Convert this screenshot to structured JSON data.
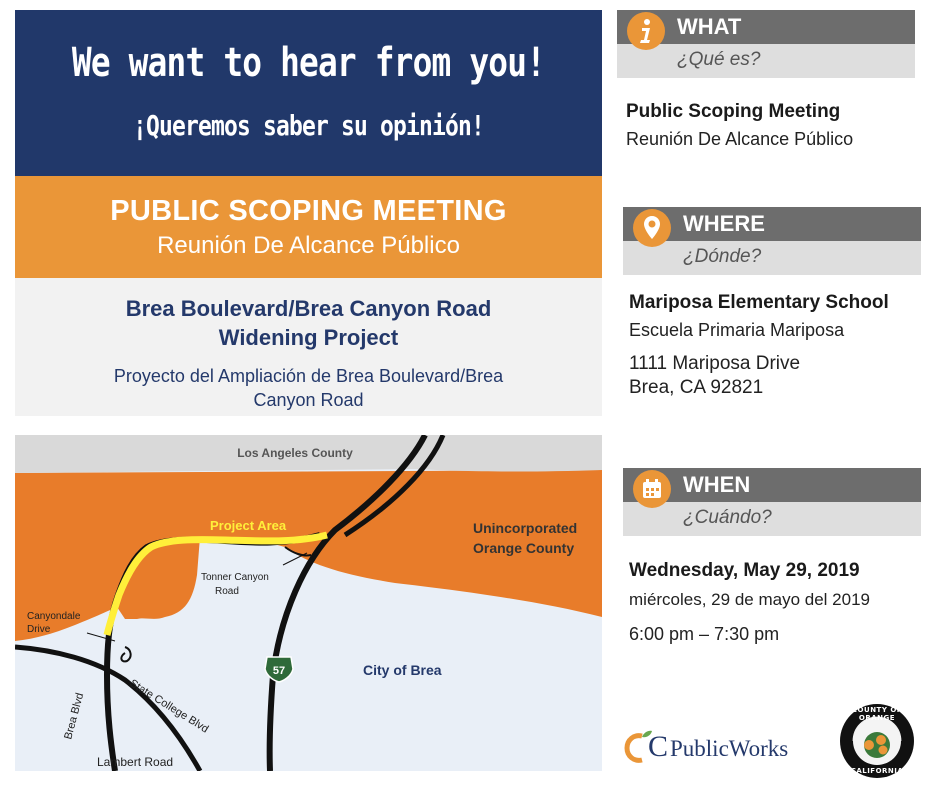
{
  "hero": {
    "title": "We want to hear from you!",
    "subtitle": "¡Queremos saber su opinión!"
  },
  "meeting_banner": {
    "title": "PUBLIC SCOPING MEETING",
    "subtitle": "Reunión De Alcance Público"
  },
  "project": {
    "name_line1": "Brea Boulevard/Brea Canyon Road",
    "name_line2": "Widening Project",
    "spanish_line1": "Proyecto del Ampliación de Brea Boulevard/Brea",
    "spanish_line2": "Canyon Road"
  },
  "map": {
    "labels": {
      "la_county": "Los Angeles County",
      "project_area": "Project Area",
      "unincorporated_1": "Unincorporated",
      "unincorporated_2": "Orange County",
      "tonner_1": "Tonner Canyon",
      "tonner_2": "Road",
      "canyondale_1": "Canyondale",
      "canyondale_2": "Drive",
      "city_of_brea": "City of Brea",
      "brea_blvd": "Brea Blvd",
      "state_college": "State College Blvd",
      "lambert": "Lambert Road",
      "route": "57"
    },
    "colors": {
      "la_county": "#d9d9d9",
      "unincorporated": "#e87c2a",
      "city": "#e9eff7",
      "project": "#ffef3a",
      "road": "#111111"
    }
  },
  "what": {
    "label": "WHAT",
    "sub": "¿Qué es?",
    "icon": "info-icon",
    "line1": "Public Scoping Meeting",
    "line2": "Reunión De Alcance Público"
  },
  "where": {
    "label": "WHERE",
    "sub": "¿Dónde?",
    "icon": "location-pin-icon",
    "line1": "Mariposa Elementary School",
    "line2": "Escuela Primaria Mariposa",
    "address1": "1111 Mariposa Drive",
    "address2": "Brea, CA 92821"
  },
  "when": {
    "label": "WHEN",
    "sub": "¿Cuándo?",
    "icon": "calendar-icon",
    "line1": "Wednesday, May 29, 2019",
    "line2": "miércoles, 29 de mayo del 2019",
    "time": "6:00 pm – 7:30 pm"
  },
  "logos": {
    "oc_letters": "C",
    "oc_text": "PublicWorks",
    "seal_top": "COUNTY OF ORANGE",
    "seal_bottom": "CALIFORNIA"
  },
  "brand_colors": {
    "navy": "#21386a",
    "orange": "#ea9638",
    "bar_dark": "#6d6d6d",
    "bar_light": "#dedede"
  }
}
